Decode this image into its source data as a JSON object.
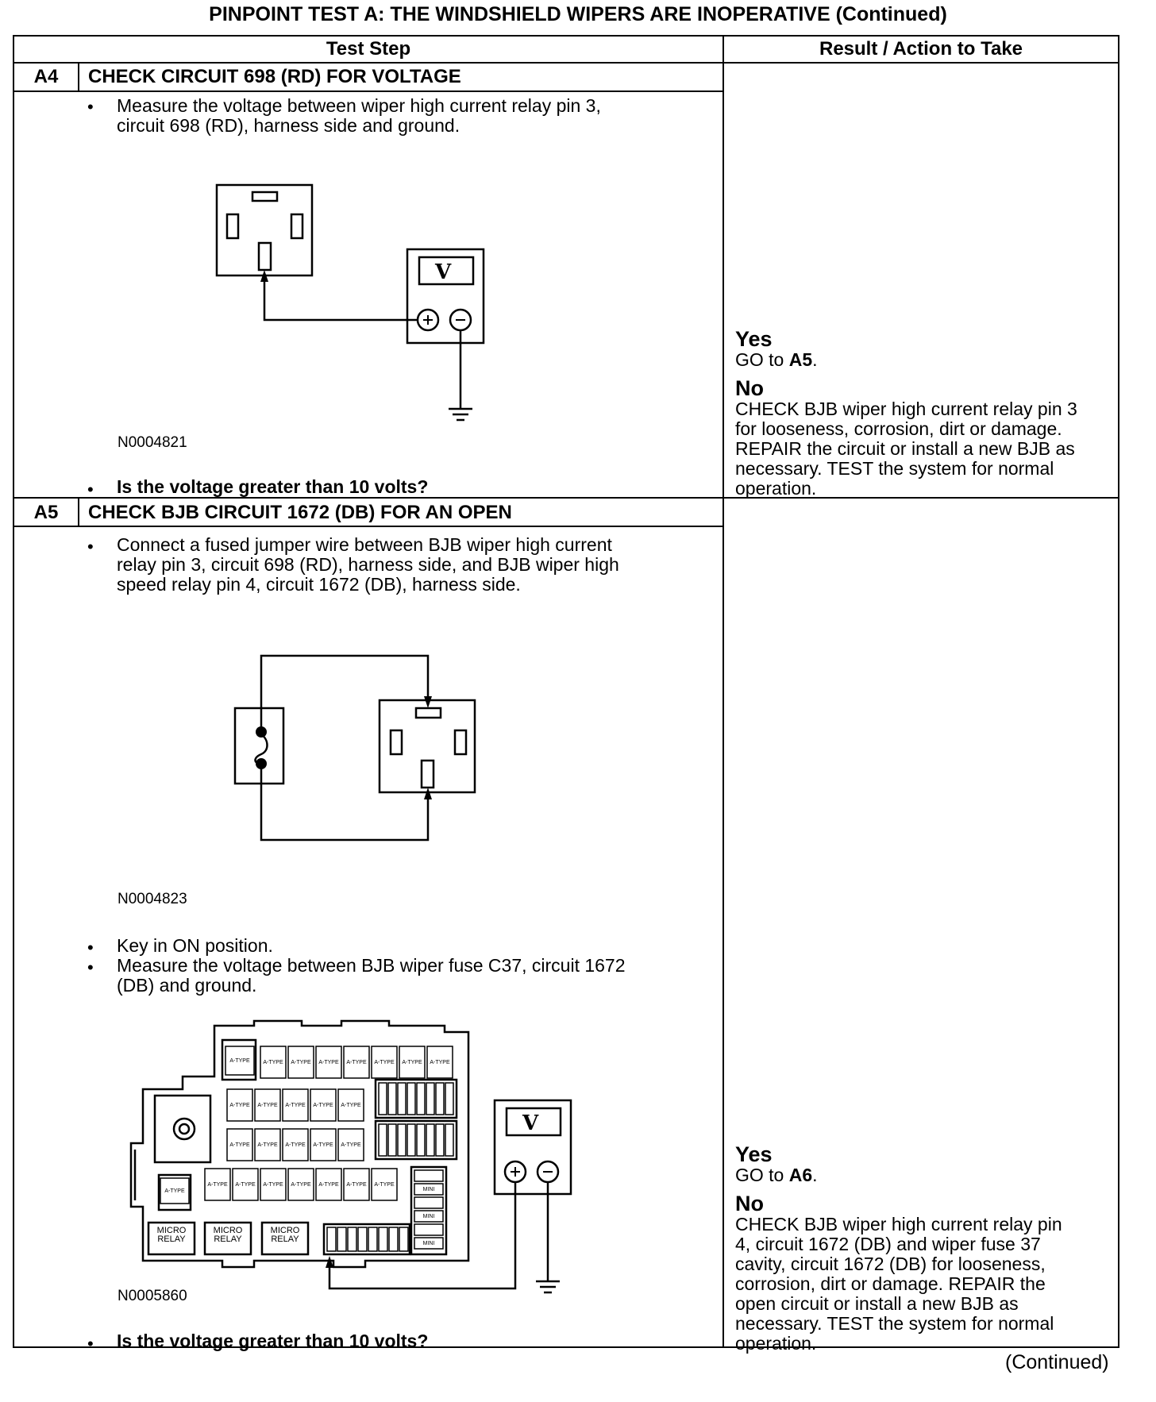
{
  "title": "PINPOINT TEST  A: THE WINDSHIELD WIPERS ARE INOPERATIVE (Continued)",
  "columns": {
    "step": "Test Step",
    "result": "Result / Action to Take"
  },
  "steps": [
    {
      "id": "A4",
      "title": "CHECK CIRCUIT 698 (RD) FOR VOLTAGE",
      "instructions": [
        {
          "bullet": "•",
          "lines": [
            "Measure the voltage between wiper high current relay pin 3,",
            "circuit 698 (RD), harness side and ground."
          ]
        }
      ],
      "figure_id": "N0004821",
      "meter_symbol": "V",
      "question": "Is the voltage greater than 10 volts?",
      "yes": {
        "label": "Yes",
        "action": "GO to ",
        "target": "A5",
        "end": "."
      },
      "no": {
        "label": "No",
        "lines": [
          "CHECK BJB wiper high current relay pin 3",
          "for looseness, corrosion, dirt or damage.",
          "REPAIR the circuit or install a new BJB as",
          "necessary. TEST the system for normal",
          "operation."
        ]
      }
    },
    {
      "id": "A5",
      "title": "CHECK BJB CIRCUIT 1672 (DB) FOR AN OPEN",
      "instructions": [
        {
          "bullet": "•",
          "lines": [
            "Connect a fused jumper wire between BJB wiper high current",
            "relay pin 3, circuit 698 (RD), harness side, and BJB wiper high",
            "speed relay pin 4, circuit 1672 (DB), harness side."
          ]
        }
      ],
      "figure_id": "N0004823",
      "instructions2": [
        {
          "bullet": "•",
          "lines": [
            "Key in ON position."
          ]
        },
        {
          "bullet": "•",
          "lines": [
            "Measure the voltage between BJB wiper fuse C37, circuit 1672",
            "(DB) and ground."
          ]
        }
      ],
      "figure2_id": "N0005860",
      "meter_symbol": "V",
      "fusebox": {
        "a_type": "A-TYPE",
        "micro_relay": [
          "MICRO",
          "RELAY"
        ],
        "mini": "MINI"
      },
      "question": "Is the voltage greater than 10 volts?",
      "yes": {
        "label": "Yes",
        "action": "GO to ",
        "target": "A6",
        "end": "."
      },
      "no": {
        "label": "No",
        "lines": [
          "CHECK BJB wiper high current relay pin",
          "4, circuit 1672 (DB) and wiper fuse 37",
          "cavity, circuit 1672 (DB) for looseness,",
          "corrosion, dirt or damage. REPAIR the",
          "open circuit or install a new BJB as",
          "necessary. TEST the system for normal",
          "operation."
        ]
      }
    }
  ],
  "footer": "(Continued)"
}
